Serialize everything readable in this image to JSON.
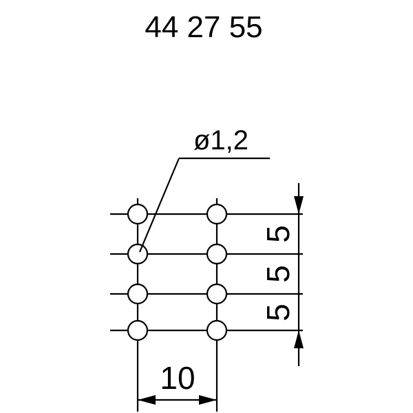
{
  "part_number": "44 27 55",
  "hole_diameter_label": "ø1,2",
  "horizontal_dimension_label": "10",
  "vertical_dimension_labels": [
    "5",
    "5",
    "5"
  ],
  "grid": {
    "rows": 4,
    "columns": 2
  }
}
